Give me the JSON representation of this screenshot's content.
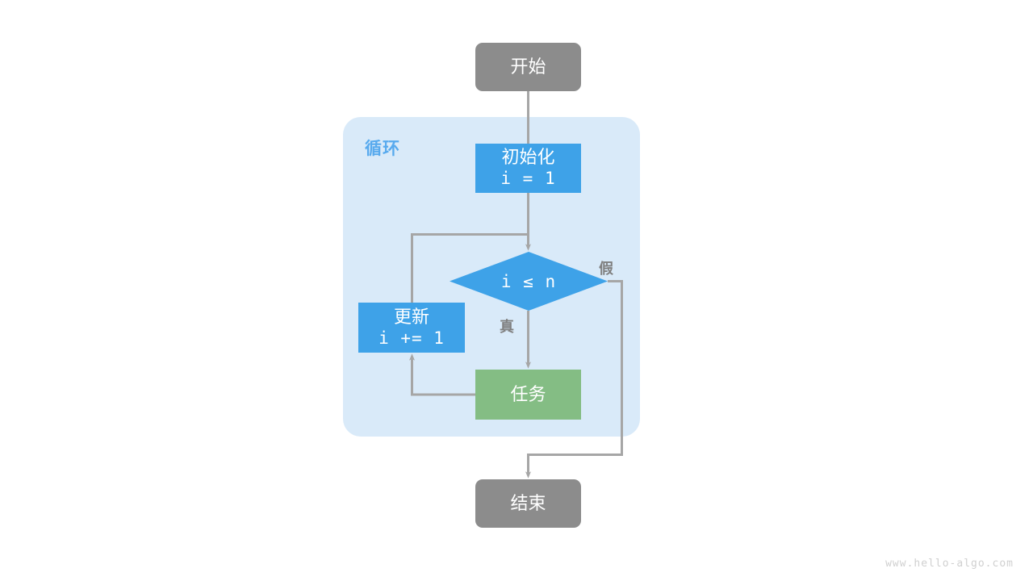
{
  "diagram": {
    "title_watermark": "www.hello-algo.com",
    "container": {
      "label": "循环",
      "color": "#d9eaf9",
      "label_color": "#58aaee"
    },
    "colors": {
      "terminal": "#8c8c8c",
      "process": "#3ea2e8",
      "task": "#84bd84",
      "edge": "#a6a6a6",
      "edge_label": "#808080"
    },
    "nodes": {
      "start": {
        "label": "开始",
        "type": "terminal"
      },
      "init": {
        "label": "初始化",
        "code": "i = 1",
        "type": "process"
      },
      "condition": {
        "label": "i ≤ n",
        "type": "decision"
      },
      "update": {
        "label": "更新",
        "code": "i += 1",
        "type": "process"
      },
      "task": {
        "label": "任务",
        "type": "task"
      },
      "end": {
        "label": "结束",
        "type": "terminal"
      }
    },
    "edge_labels": {
      "true": "真",
      "false": "假"
    }
  }
}
